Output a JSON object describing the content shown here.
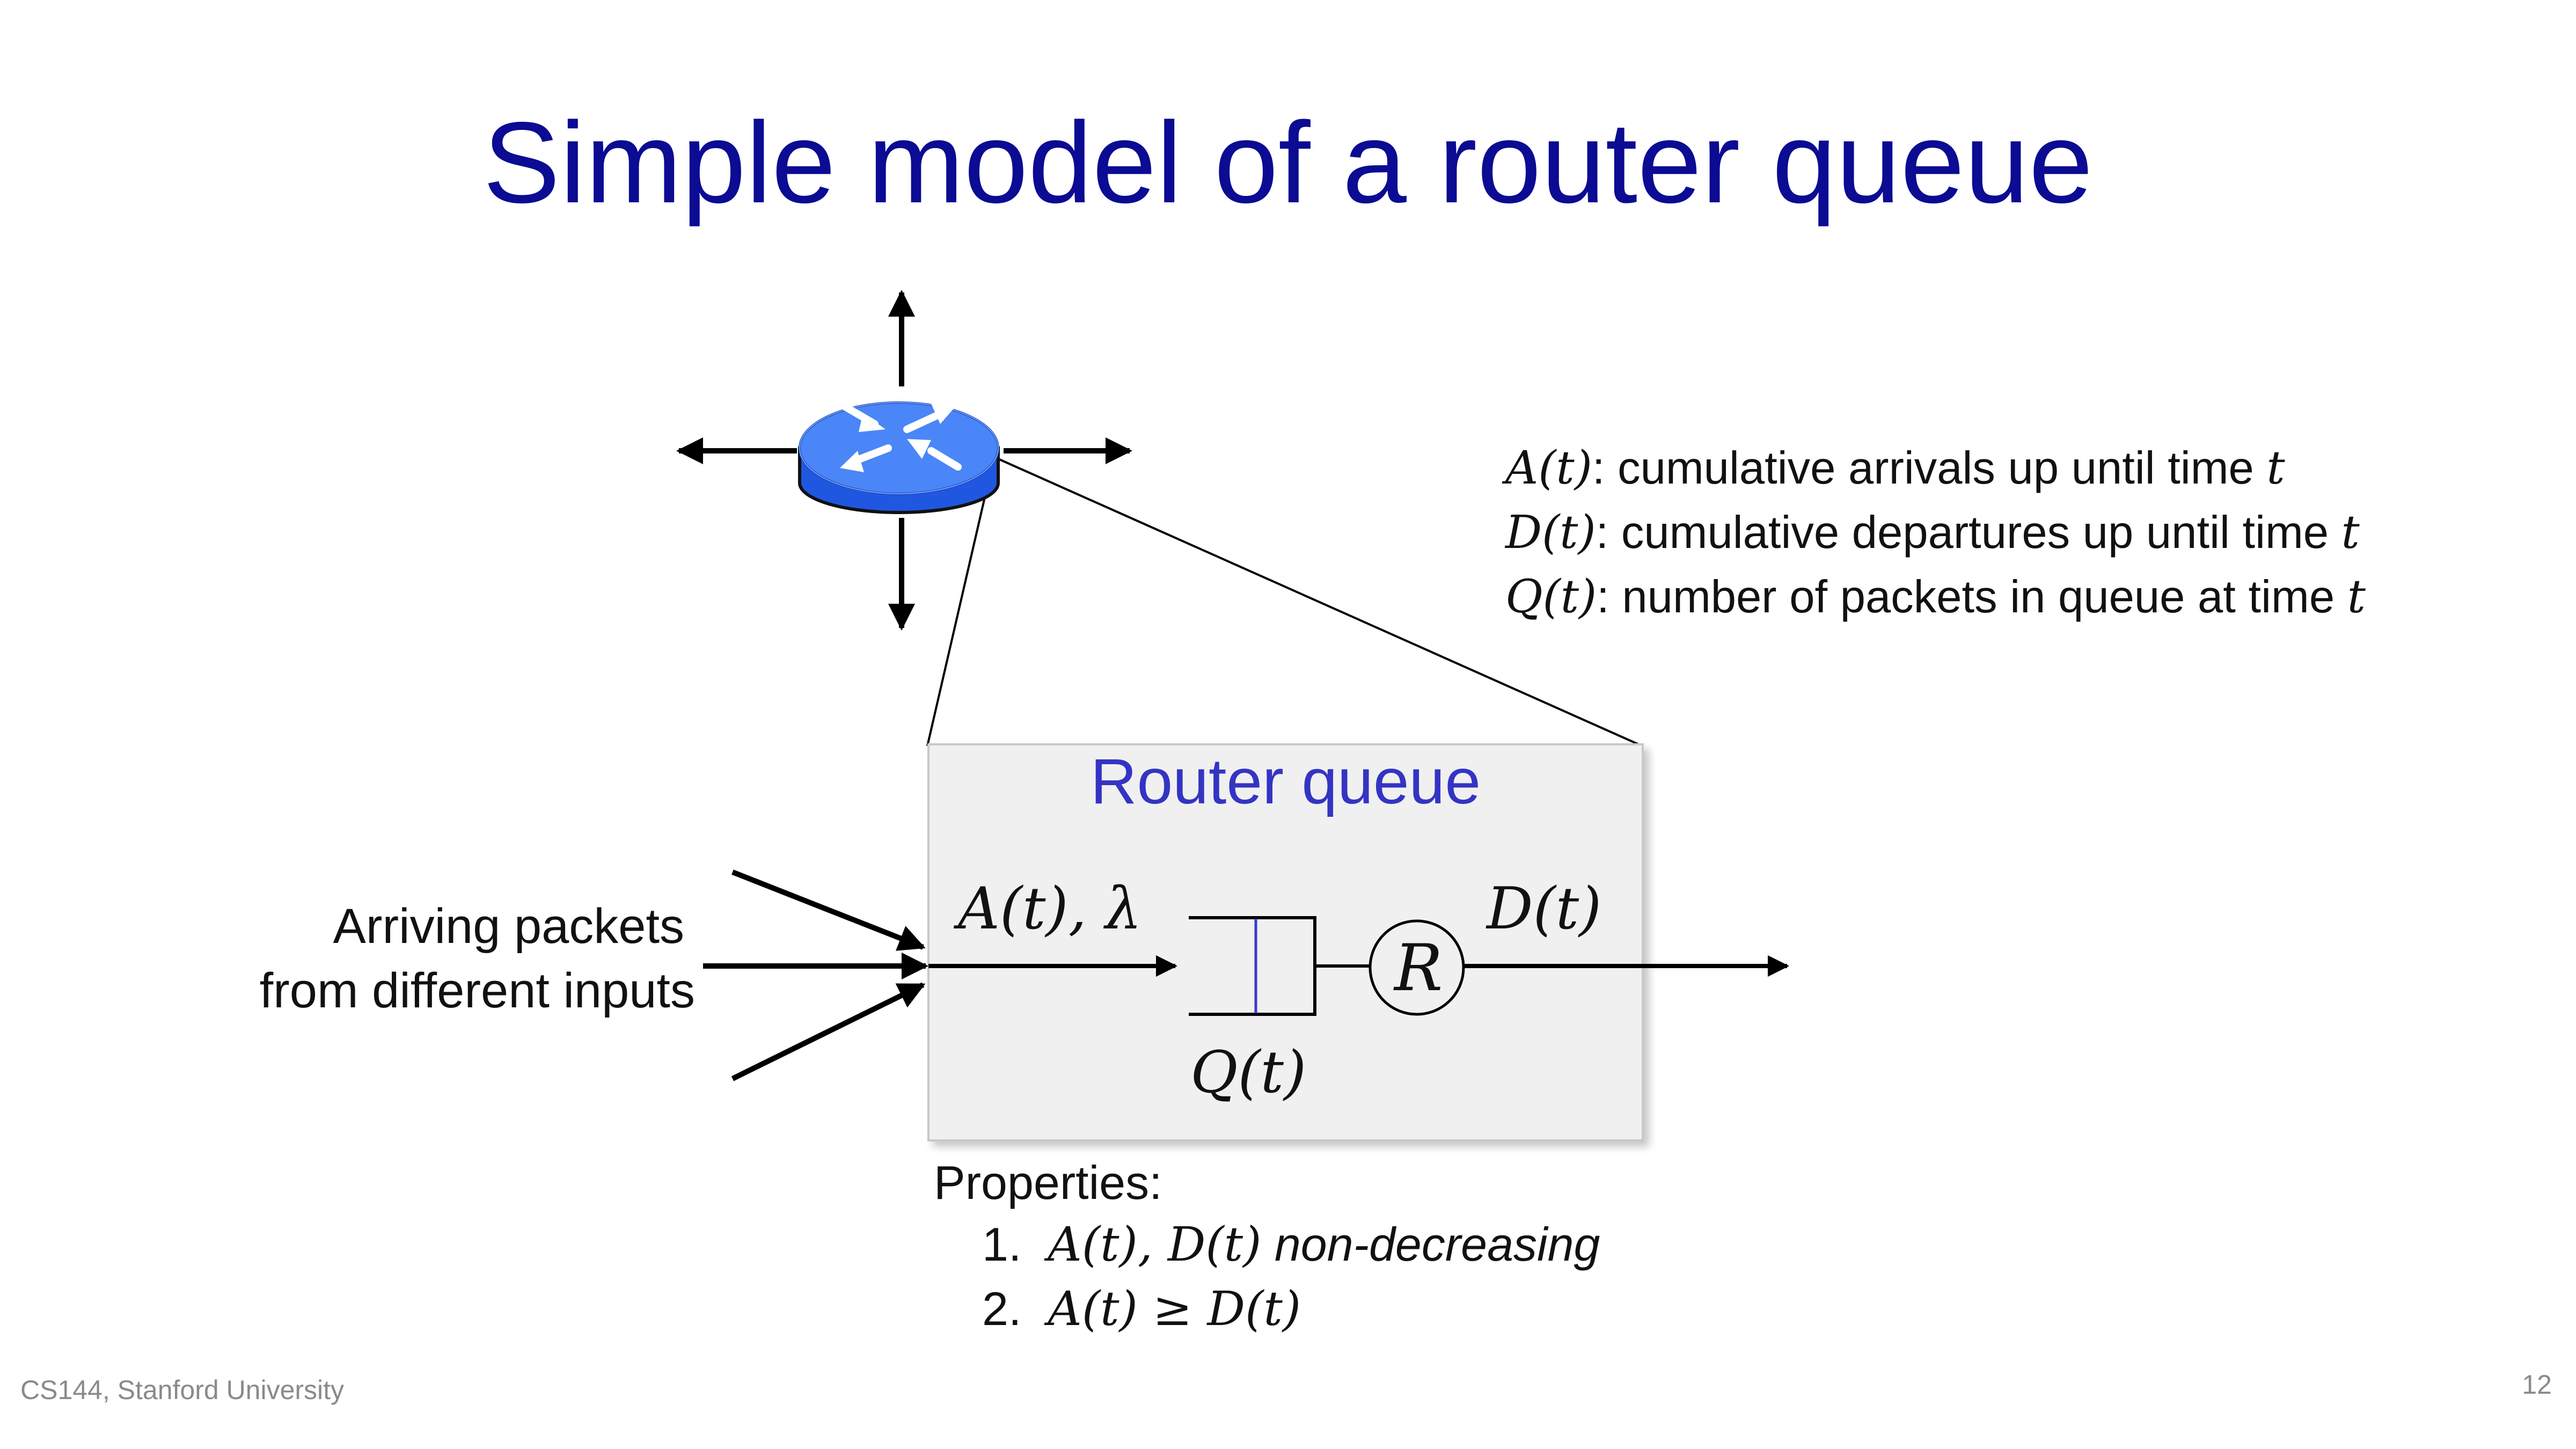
{
  "slide": {
    "title": "Simple model of a router queue",
    "footer_left": "CS144, Stanford University",
    "page_number": "12"
  },
  "definitions": [
    {
      "symbol": "A(t)",
      "text": ": cumulative arrivals up until time ",
      "var": "t"
    },
    {
      "symbol": "D(t)",
      "text": ": cumulative departures up until time ",
      "var": "t"
    },
    {
      "symbol": "Q(t)",
      "text": ": number of packets in queue at time ",
      "var": "t"
    }
  ],
  "diagram": {
    "box_title": "Router queue",
    "input_label": "A(t), λ",
    "output_label": "D(t)",
    "queue_label": "Q(t)",
    "server_label": "R",
    "arriving_line1": "Arriving packets",
    "arriving_line2": "from different inputs"
  },
  "properties": {
    "heading": "Properties:",
    "items": [
      {
        "num": "1.",
        "math": "A(t), D(t)",
        "text": " non-decreasing"
      },
      {
        "num": "2.",
        "math": "A(t) ≥ D(t)",
        "text": ""
      }
    ]
  },
  "colors": {
    "title": "#0b0b93",
    "box_title": "#3434c4",
    "router_top": "#4a86f7",
    "router_side": "#1f57e0",
    "queue_divider": "#3a3ad0"
  },
  "icons": {
    "router": "router-icon"
  }
}
